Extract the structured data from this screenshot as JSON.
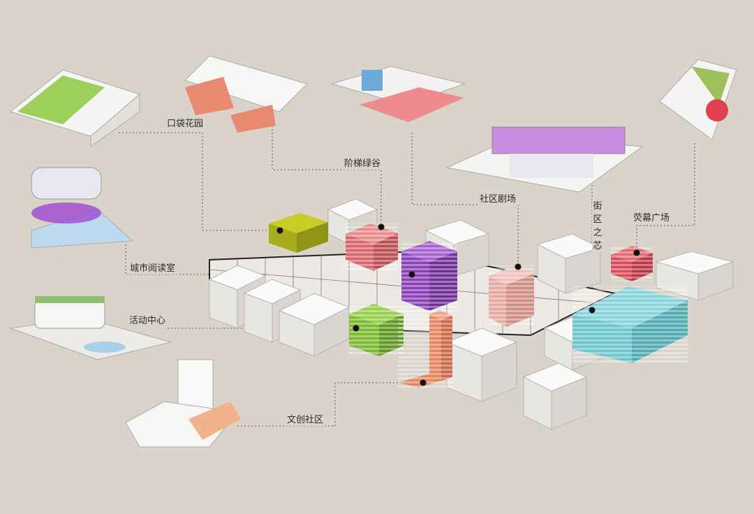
{
  "labels": {
    "pocket_garden": "口袋花园",
    "stepped_valley": "阶梯绿谷",
    "community_theater": "社区剧场",
    "street_core": "街区之芯",
    "screen_plaza": "荧幕广场",
    "city_reading_room": "城市阅读室",
    "activity_center": "活动中心",
    "creative_community": "文创社区"
  },
  "zone_colors": {
    "pocket_garden": "#c8cc26",
    "stepped_valley": "#d9646a",
    "community_theater": "#e4a9a0",
    "street_core": "#8a3fb8",
    "screen_plaza": "#d94a58",
    "city_reading_room": "#6cc5cc",
    "activity_center": "#7ab82c",
    "creative_community": "#e58461"
  },
  "vignettes": [
    {
      "name": "vignette-pocket-garden",
      "accent": "#9dd05a"
    },
    {
      "name": "vignette-stepped-valley",
      "accent": "#e88a70"
    },
    {
      "name": "vignette-community-theater",
      "accent": "#ee8b8e"
    },
    {
      "name": "vignette-street-core",
      "accent": "#c98ce0"
    },
    {
      "name": "vignette-screen-plaza",
      "accent": "#e04050"
    },
    {
      "name": "vignette-city-reading-room",
      "accent": "#9a3fd0"
    },
    {
      "name": "vignette-activity-center",
      "accent": "#8fbf70"
    },
    {
      "name": "vignette-creative-community",
      "accent": "#f2b38c"
    }
  ]
}
